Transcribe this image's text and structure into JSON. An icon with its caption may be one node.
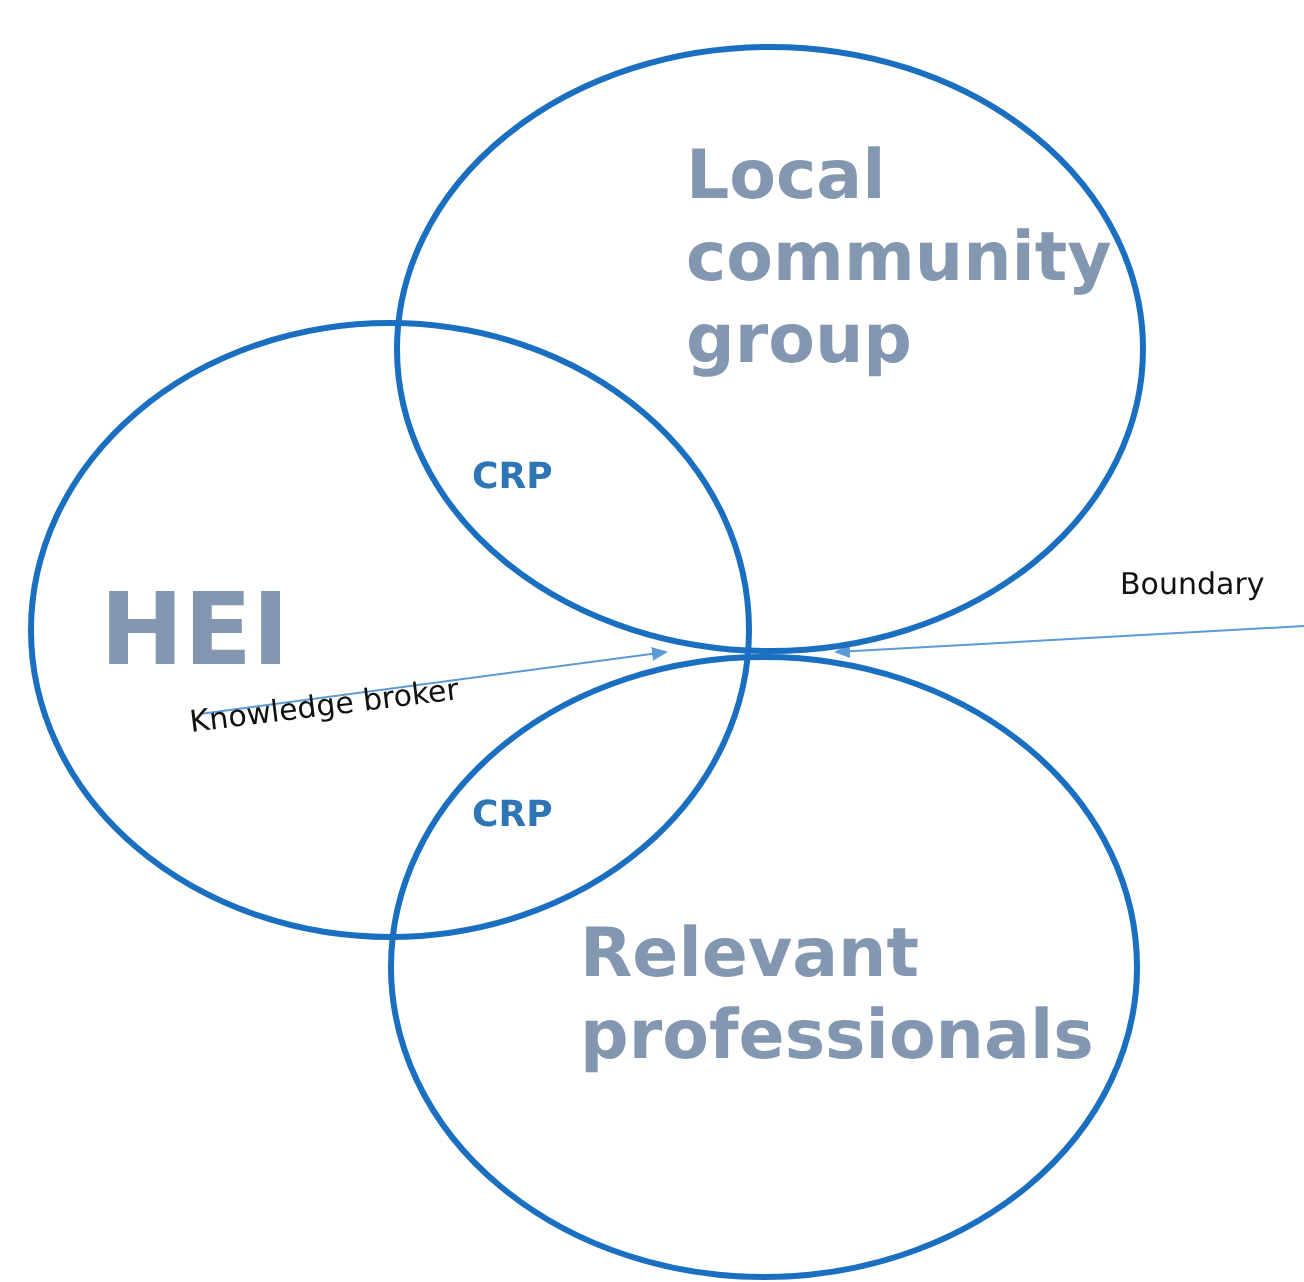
{
  "diagram": {
    "nodes": [
      {
        "text": [
          "Local community group"
        ]
      },
      {
        "text": [
          "HEI"
        ]
      },
      {
        "text": [
          "Relevant professionals"
        ]
      },
      {
        "text": [
          "CRP"
        ]
      },
      {
        "text": [
          "CRP"
        ]
      },
      {
        "text": [
          "Boundary"
        ]
      },
      {
        "text": [
          "Knowledge broker"
        ],
        "in": 1
      }
    ],
    "edges": [
      {
        "from": 6,
        "to": 0,
        "arrow": "to"
      },
      {
        "from": 5,
        "to": 0,
        "arrow": "to"
      }
    ]
  }
}
